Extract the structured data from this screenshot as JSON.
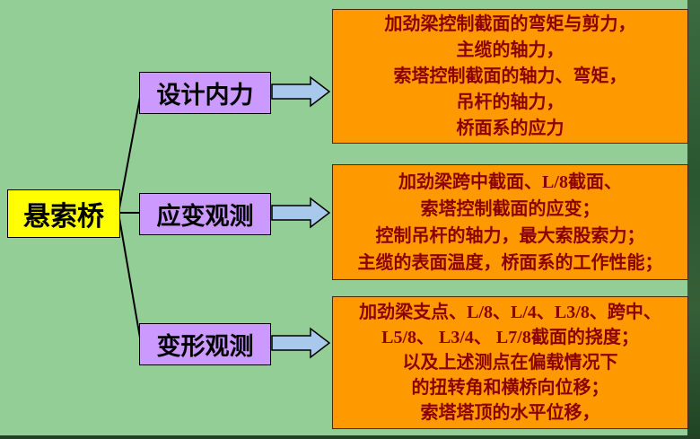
{
  "root": {
    "label": "悬索桥"
  },
  "branches": [
    {
      "label": "设计内力",
      "details": [
        "加劲梁控制截面的弯矩与剪力，",
        "主缆的轴力，",
        "索塔控制截面的轴力、弯矩，",
        "吊杆的轴力，",
        "桥面系的应力"
      ]
    },
    {
      "label": "应变观测",
      "details": [
        "加劲梁跨中截面、L/8截面、",
        "索塔控制截面的应变；",
        "控制吊杆的轴力，最大索股索力；",
        "主缆的表面温度，桥面系的工作性能；"
      ]
    },
    {
      "label": "变形观测",
      "details": [
        "加劲梁支点、L/8、L/4、L3/8、跨中、",
        "L5/8、 L3/4、  L7/8截面的挠度；",
        "以及上述测点在偏载情况下",
        "的扭转角和横桥向位移；",
        "索塔塔顶的水平位移，"
      ]
    }
  ],
  "colors": {
    "background": "#94ce97",
    "root_fill": "#ffff00",
    "branch_fill": "#cc99ff",
    "detail_fill": "#ff9900",
    "detail_text": "#8b0000",
    "arrow_fill": "#a8c9ec",
    "line_color": "#000000"
  }
}
